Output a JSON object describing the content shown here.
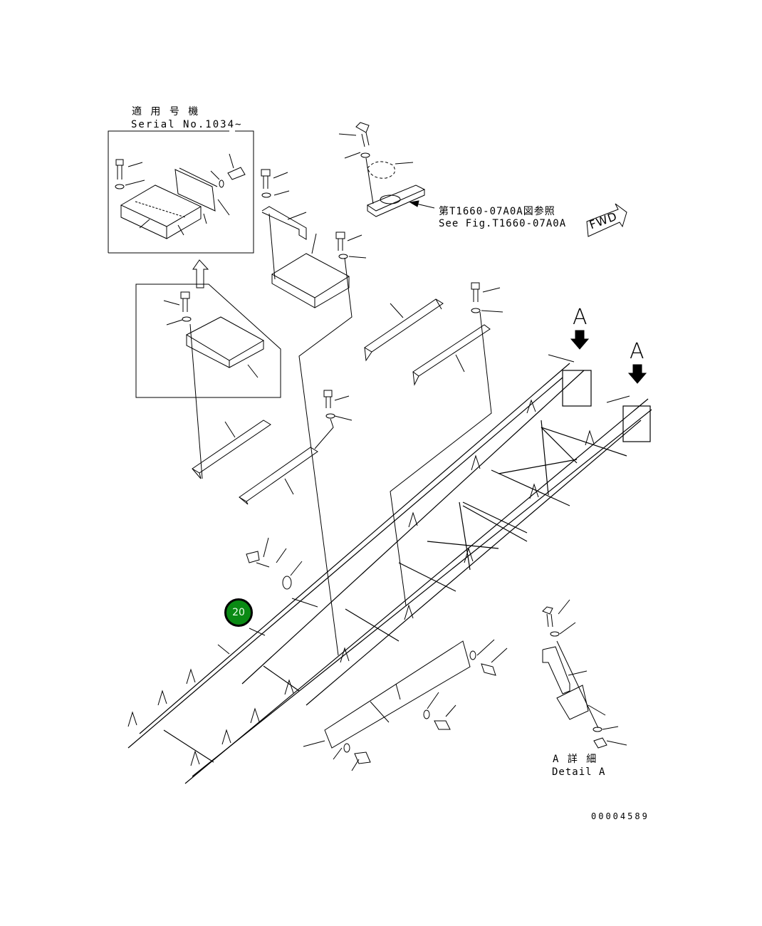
{
  "inset": {
    "title_jp": "適 用 号 機",
    "title_en": "Serial No.1034~"
  },
  "reference": {
    "jp": "第T1660-07A0A図参照",
    "en": "See Fig.T1660-07A0A"
  },
  "direction_label": "FWD",
  "view_marker_1": "A",
  "view_marker_2": "A",
  "detail": {
    "jp": "A 詳 細",
    "en": "Detail A"
  },
  "callout": "20",
  "drawing_number": "00004589",
  "colors": {
    "callout_fill": "#0a8a14",
    "line": "#000000"
  }
}
